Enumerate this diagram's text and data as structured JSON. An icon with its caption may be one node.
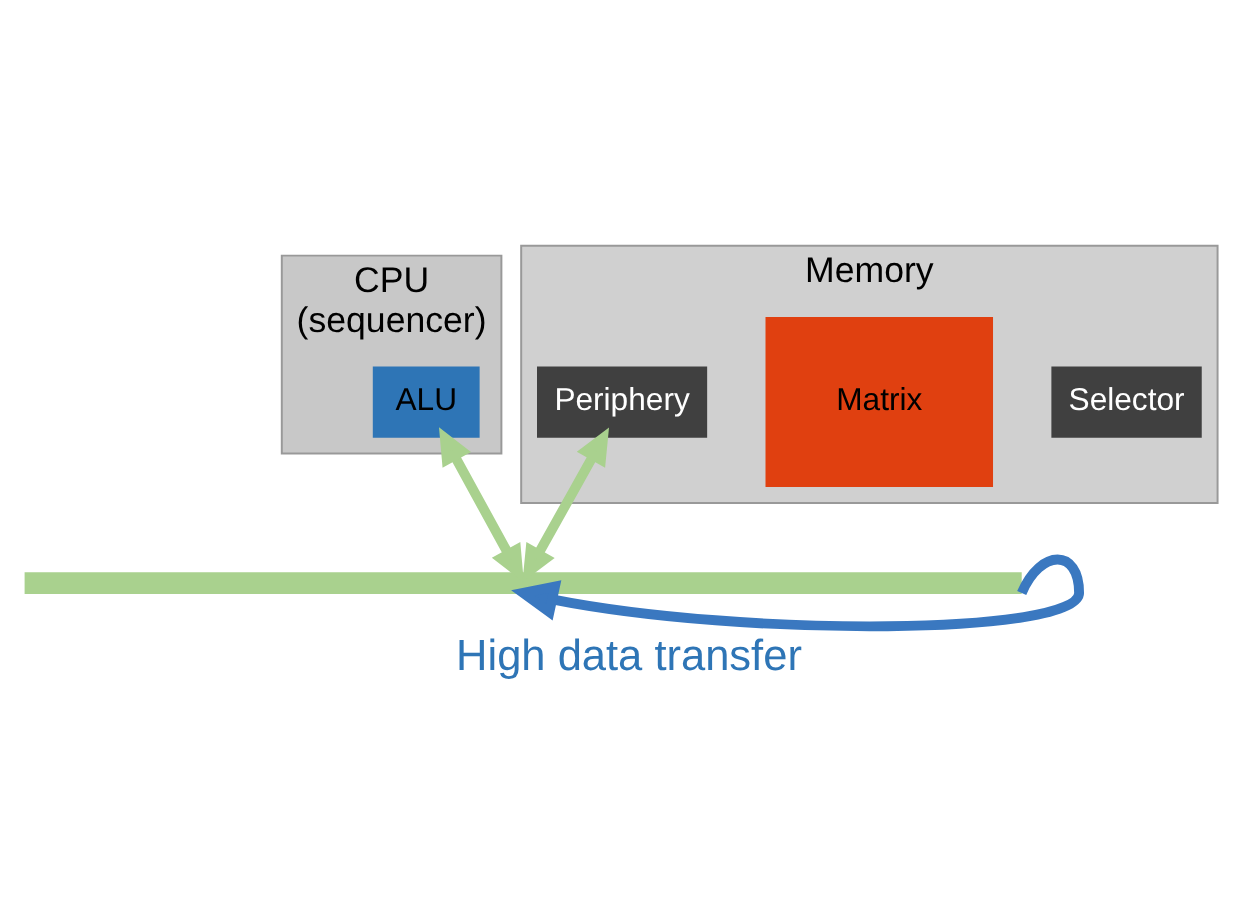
{
  "diagram": {
    "caption": "High data transfer",
    "nodes": [
      {
        "text": [
          "CPU",
          "(sequencer)"
        ]
      },
      {
        "text": [
          "ALU"
        ],
        "in": 0
      },
      {
        "text": [
          "Memory"
        ]
      },
      {
        "text": [
          "Selector"
        ],
        "in": 2
      },
      {
        "text": [
          "Matrix"
        ],
        "in": 2
      },
      {
        "text": [
          "Periphery"
        ],
        "in": 2
      },
      {
        "text": [],
        "shape": "bar"
      }
    ],
    "edges": [
      {
        "from": 1,
        "to": 6,
        "arrow": "both",
        "color": "#a9d18e"
      },
      {
        "from": 5,
        "to": 6,
        "arrow": "both",
        "color": "#a9d18e"
      },
      {
        "from": 6,
        "to": 6,
        "arrow": "to",
        "color": "#3a78c0"
      }
    ]
  }
}
